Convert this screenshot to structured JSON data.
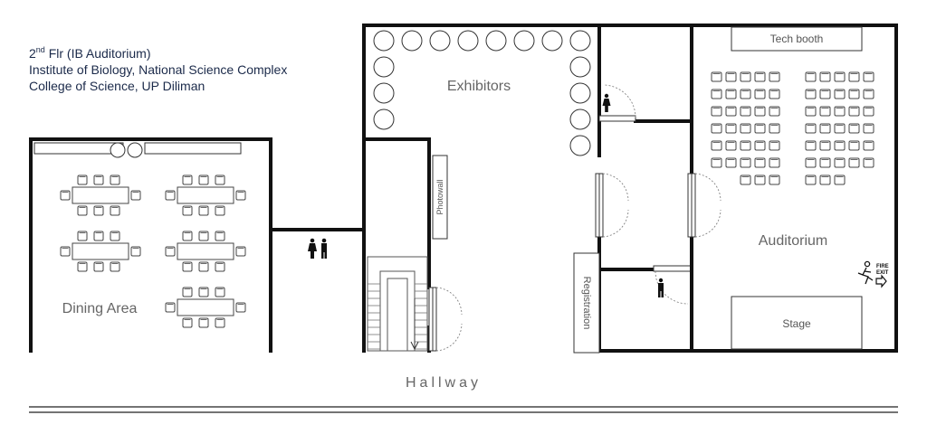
{
  "header": {
    "line1_prefix": "2",
    "line1_sup": "nd",
    "line1_suffix": " Flr (IB Auditorium)",
    "line2": "Institute of Biology, National Science Complex",
    "line3": "College of Science, UP Diliman"
  },
  "rooms": {
    "exhibitors": "Exhibitors",
    "dining": "Dining Area",
    "auditorium": "Auditorium",
    "hallway": "Hallway"
  },
  "labels": {
    "tech_booth": "Tech booth",
    "stage": "Stage",
    "photowall": "Photowall",
    "registration": "Registration",
    "fire_exit_line1": "FIRE",
    "fire_exit_line2": "EXIT"
  },
  "icons": {
    "restroom": "restroom-icon",
    "female": "female-restroom-icon",
    "male": "male-restroom-icon",
    "fire_exit": "fire-exit-icon"
  },
  "colors": {
    "title_text": "#1b2a4a",
    "wall": "#111111",
    "label": "#666666"
  }
}
